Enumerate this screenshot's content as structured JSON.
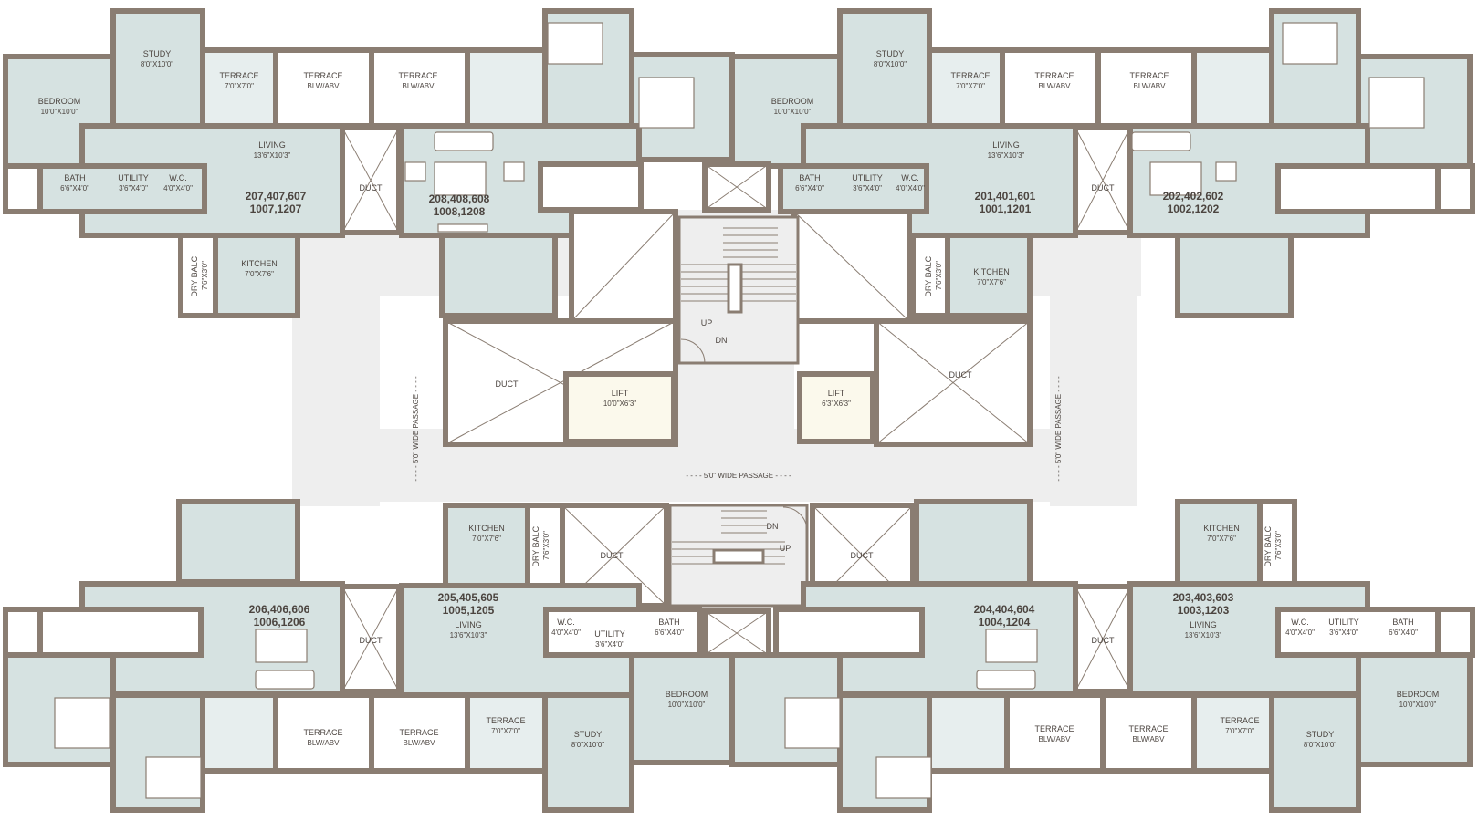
{
  "units": {
    "u207": {
      "a": "207,407,607",
      "b": "1007,1207"
    },
    "u208": {
      "a": "208,408,608",
      "b": "1008,1208"
    },
    "u201": {
      "a": "201,401,601",
      "b": "1001,1201"
    },
    "u202": {
      "a": "202,402,602",
      "b": "1002,1202"
    },
    "u206": {
      "a": "206,406,606",
      "b": "1006,1206"
    },
    "u205": {
      "a": "205,405,605",
      "b": "1005,1205"
    },
    "u204": {
      "a": "204,404,604",
      "b": "1004,1204"
    },
    "u203": {
      "a": "203,403,603",
      "b": "1003,1203"
    }
  },
  "labels": {
    "bedroom": "BEDROOM",
    "bedroom_dim": "10'0\"X10'0\"",
    "study": "STUDY",
    "study_dim": "8'0\"X10'0\"",
    "terrace": "TERRACE",
    "terrace_dim": "7'0\"X7'0\"",
    "terrace_blw": "BLW/ABV",
    "living": "LIVING",
    "living_dim": "13'6\"X10'3\"",
    "bath": "BATH",
    "bath_dim": "6'6\"X4'0\"",
    "utility": "UTILITY",
    "utility_dim": "3'6\"X4'0\"",
    "wc": "W.C.",
    "wc_dim": "4'0\"X4'0\"",
    "kitchen": "KITCHEN",
    "kitchen_dim": "7'0\"X7'6\"",
    "drybalc": "DRY BALC.",
    "drybalc_dim": "7'6\"X3'0\"",
    "duct": "DUCT",
    "lift": "LIFT",
    "lift1_dim": "10'0\"X6'3\"",
    "lift2_dim": "6'3\"X6'3\"",
    "up": "UP",
    "dn": "DN",
    "passage": "- - - - 5'0\" WIDE PASSAGE - - - -",
    "passage_v": "- - - - 5'0\" WIDE PASSAGE - - - -"
  }
}
